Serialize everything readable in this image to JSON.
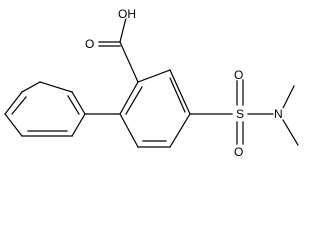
{
  "molecule": {
    "atoms": {
      "hydroxyl": "OH",
      "carbonyl_oxygen": "O",
      "sulfur": "S",
      "sulfonyl_oxygen_top": "O",
      "sulfonyl_oxygen_bottom": "O",
      "nitrogen": "N"
    }
  },
  "colors": {
    "line": "#000000",
    "background": "#ffffff"
  }
}
